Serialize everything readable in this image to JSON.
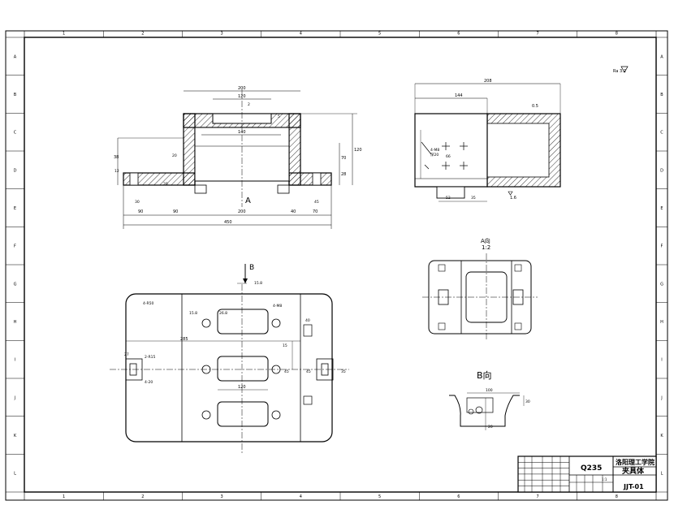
{
  "frame": {
    "columns": [
      "1",
      "2",
      "3",
      "4",
      "5",
      "6",
      "7",
      "8"
    ],
    "rows": [
      "A",
      "B",
      "C",
      "D",
      "E",
      "F",
      "G",
      "H",
      "I",
      "J",
      "K",
      "L"
    ]
  },
  "surface_note": "Ra 3.2",
  "front_view": {
    "label": "A",
    "dims": {
      "top_width": "200",
      "inner_top": "120",
      "inner_mid": "140",
      "base_left": "90",
      "base_mid_left": "90",
      "base_center": "200",
      "base_mid_right": "40",
      "base_right": "70",
      "overall": "450",
      "left_height": "38",
      "right_height": "120",
      "right_inner": "70",
      "right_small": "28",
      "small_a": "2",
      "small_b": "5",
      "small_c": "20",
      "small_d": "12",
      "small_e": "30",
      "small_f": "45",
      "small_g": "20"
    }
  },
  "side_view": {
    "dims": {
      "overall": "208",
      "inner": "144",
      "chamfer": "0.5",
      "hole_note": "4-M8",
      "hole_depth": "深20",
      "height": "66",
      "bottom_a": "52",
      "bottom_b": "35",
      "surface": "1.6"
    }
  },
  "top_view": {
    "label": "B",
    "dims": {
      "slot": "15.8",
      "corner_note": "4-R50",
      "hole_spec": "4-M8",
      "slot_a": "15.8",
      "slot_b": "26.8",
      "width_a": "285",
      "width_b": "15",
      "left_note_a": "2-R15",
      "left_note_b": "4-20",
      "left_val": "27",
      "slot_len": "120",
      "right_a": "40",
      "right_b": "45",
      "right_c": "45",
      "right_d": "35"
    }
  },
  "detail_view": {
    "title": "A向",
    "scale": "1:2"
  },
  "b_view": {
    "title": "B向",
    "dim_a": "100",
    "dim_b": "30",
    "dim_c": "20"
  },
  "title_block": {
    "material": "Q235",
    "school": "洛阳理工学院",
    "part_name": "夹具体",
    "drawing_no": "JJT-01",
    "sheet": "1:1"
  }
}
